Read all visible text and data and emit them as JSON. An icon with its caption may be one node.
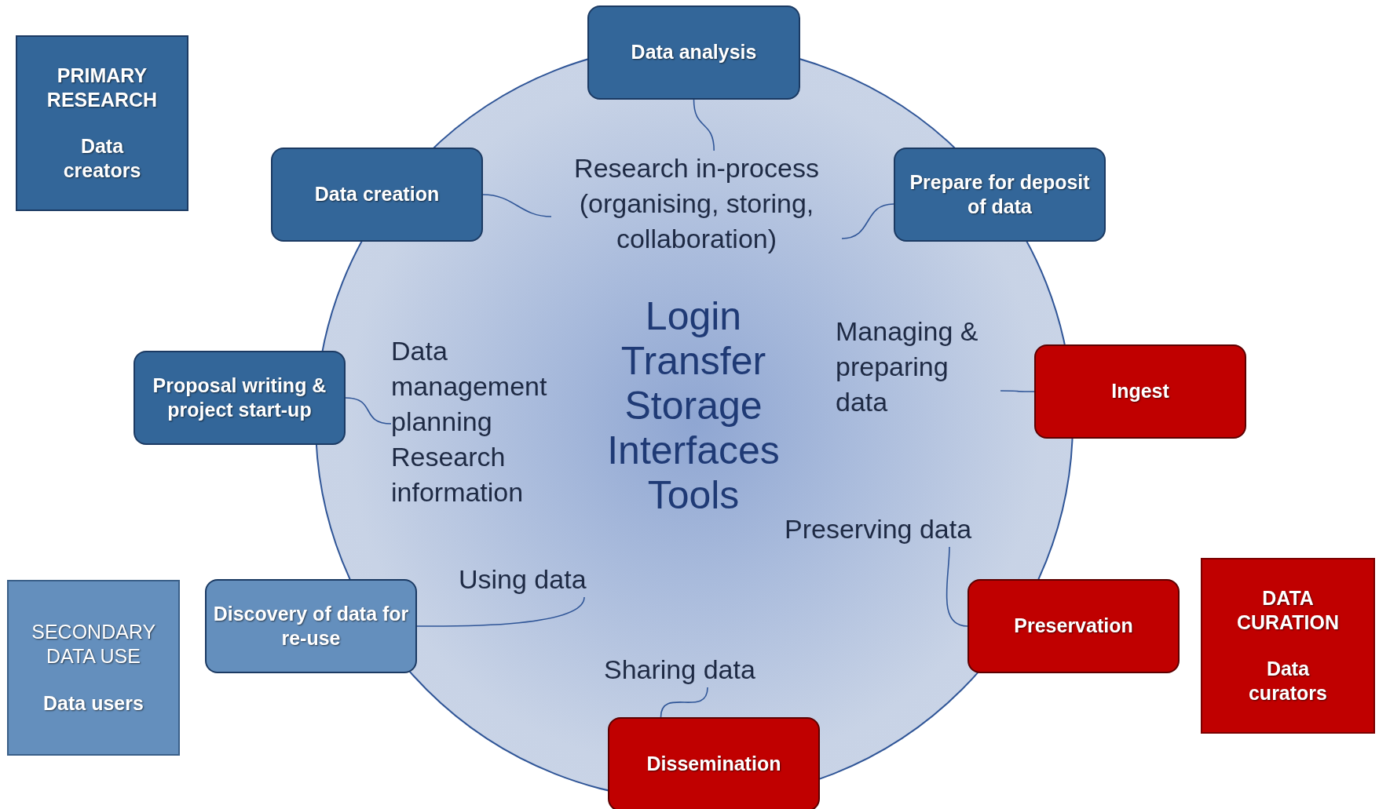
{
  "diagram": {
    "nodes": [
      {
        "text": [
          "PRIMARY RESEARCH",
          "Data creators"
        ]
      },
      {
        "text": [
          "SECONDARY DATA USE",
          "Data users"
        ]
      },
      {
        "text": [
          "DATA CURATION",
          "Data curators"
        ]
      },
      {
        "text": [
          "Login Transfer Storage Interfaces Tools"
        ]
      },
      {
        "text": [
          "Data analysis"
        ]
      },
      {
        "text": [
          "Research in-process (organising, storing, collaboration)"
        ],
        "in": 3
      },
      {
        "text": [
          "Data creation"
        ]
      },
      {
        "text": [
          "Prepare for deposit of data"
        ]
      },
      {
        "text": [
          "Managing & preparing data"
        ],
        "in": 3
      },
      {
        "text": [
          "Ingest"
        ]
      },
      {
        "text": [
          "Proposal writing & project start-up"
        ]
      },
      {
        "text": [
          "Data management planning Research information"
        ],
        "in": 3
      },
      {
        "text": [
          "Preservation"
        ]
      },
      {
        "text": [
          "Preserving data"
        ],
        "in": 3
      },
      {
        "text": [
          "Discovery of data for re-use"
        ]
      },
      {
        "text": [
          "Using data"
        ],
        "in": 3
      },
      {
        "text": [
          "Sharing data"
        ],
        "in": 3
      },
      {
        "text": [
          "Dissemination"
        ]
      }
    ],
    "edges": [
      {
        "from": 4,
        "to": 5,
        "arrow": "none"
      },
      {
        "from": 6,
        "to": 5,
        "arrow": "none"
      },
      {
        "from": 7,
        "to": 5,
        "arrow": "none"
      },
      {
        "from": 9,
        "to": 8,
        "arrow": "none"
      },
      {
        "from": 10,
        "to": 11,
        "arrow": "none"
      },
      {
        "from": 12,
        "to": 13,
        "arrow": "none"
      },
      {
        "from": 14,
        "to": 15,
        "arrow": "none"
      },
      {
        "from": 17,
        "to": 16,
        "arrow": "none"
      }
    ]
  }
}
